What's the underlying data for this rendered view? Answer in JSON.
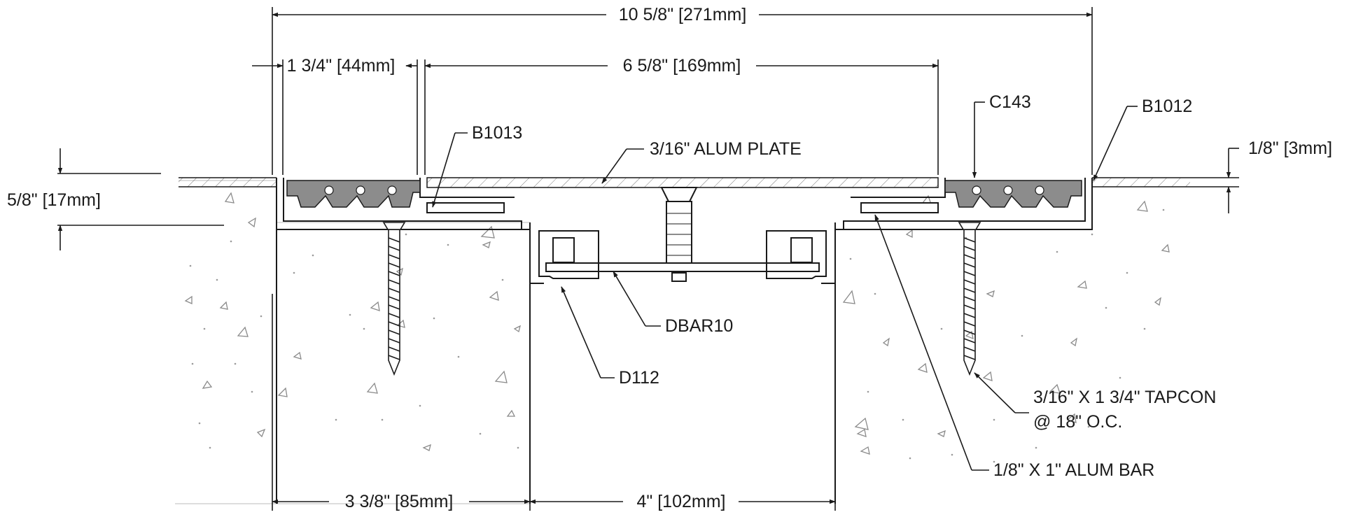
{
  "dimensions": {
    "overall_width": "10 5/8\" [271mm]",
    "left_cover": "1 3/4\" [44mm]",
    "plate_width": "6 5/8\" [169mm]",
    "depth": "5/8\" [17mm]",
    "plate_thickness": "1/8\" [3mm]",
    "left_slab_edge": "3 3/8\" [85mm]",
    "joint_gap": "4\" [102mm]"
  },
  "callouts": {
    "b1013": "B1013",
    "plate": "3/16\" ALUM PLATE",
    "c143": "C143",
    "b1012": "B1012",
    "dbar10": "DBAR10",
    "d112": "D112",
    "tapcon_line1": "3/16\" X 1 3/4\" TAPCON",
    "tapcon_line2": "@ 18\" O.C.",
    "alum_bar": "1/8\" X 1\" ALUM BAR"
  },
  "colors": {
    "line": "#1a1a1a",
    "seal": "#8c8c8c",
    "concrete_dots": "#9a9a9a"
  }
}
